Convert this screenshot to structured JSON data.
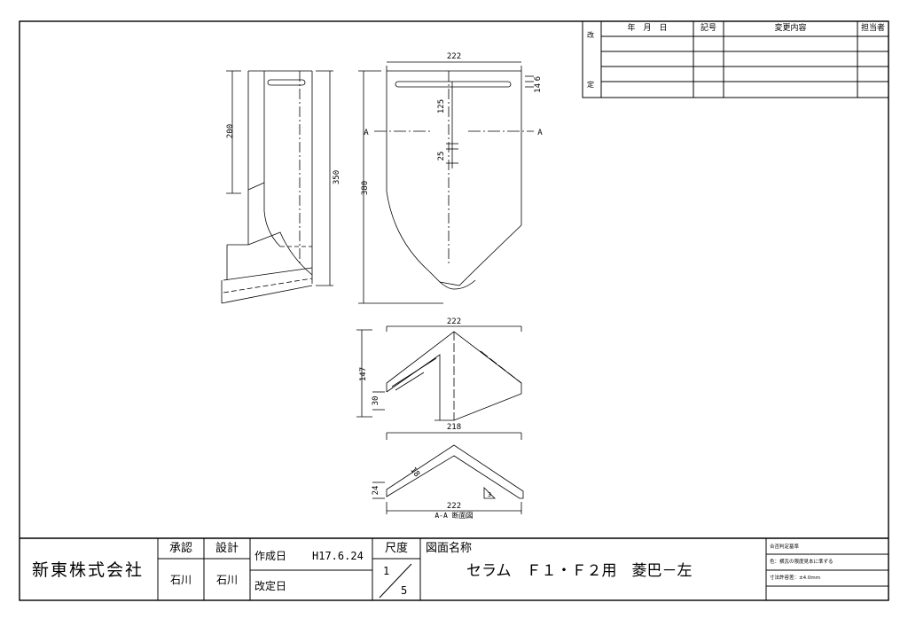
{
  "revision_table": {
    "side_label_top": "改",
    "side_label_bottom": "定",
    "headers": [
      "年　月　日",
      "記号",
      "変更内容",
      "担当者"
    ],
    "rows": []
  },
  "dimensions": {
    "front_width": "222",
    "front_top_gap": "6",
    "front_slot": "14",
    "front_125": "125",
    "front_25": "25",
    "front_height": "380",
    "section_mark": "A",
    "side_200": "200",
    "side_350": "350",
    "end_width": "222",
    "end_height": "147",
    "end_30": "30",
    "end_bottom_width": "218",
    "sec_thickness": "18",
    "sec_24": "24",
    "sec_width": "222",
    "sec_small": "3"
  },
  "section_caption": "A-A 断面図",
  "title_block": {
    "company": "新東株式会社",
    "approve_label": "承認",
    "design_label": "設計",
    "approver": "石川",
    "designer": "石川",
    "created_label": "作成日",
    "created_date": "H17.6.24",
    "revised_label": "改定日",
    "scale_label": "尺度",
    "scale_num": "1",
    "scale_den": "5",
    "drawing_name_label": "図面名称",
    "drawing_name": "セラム　Ｆ１・Ｆ２用　菱巴－左",
    "criteria_title": "合否判定基準",
    "criteria_color": "色：横瓦の限度見本に準ずる",
    "criteria_tolerance": "寸法許容差：±4.0mm"
  }
}
